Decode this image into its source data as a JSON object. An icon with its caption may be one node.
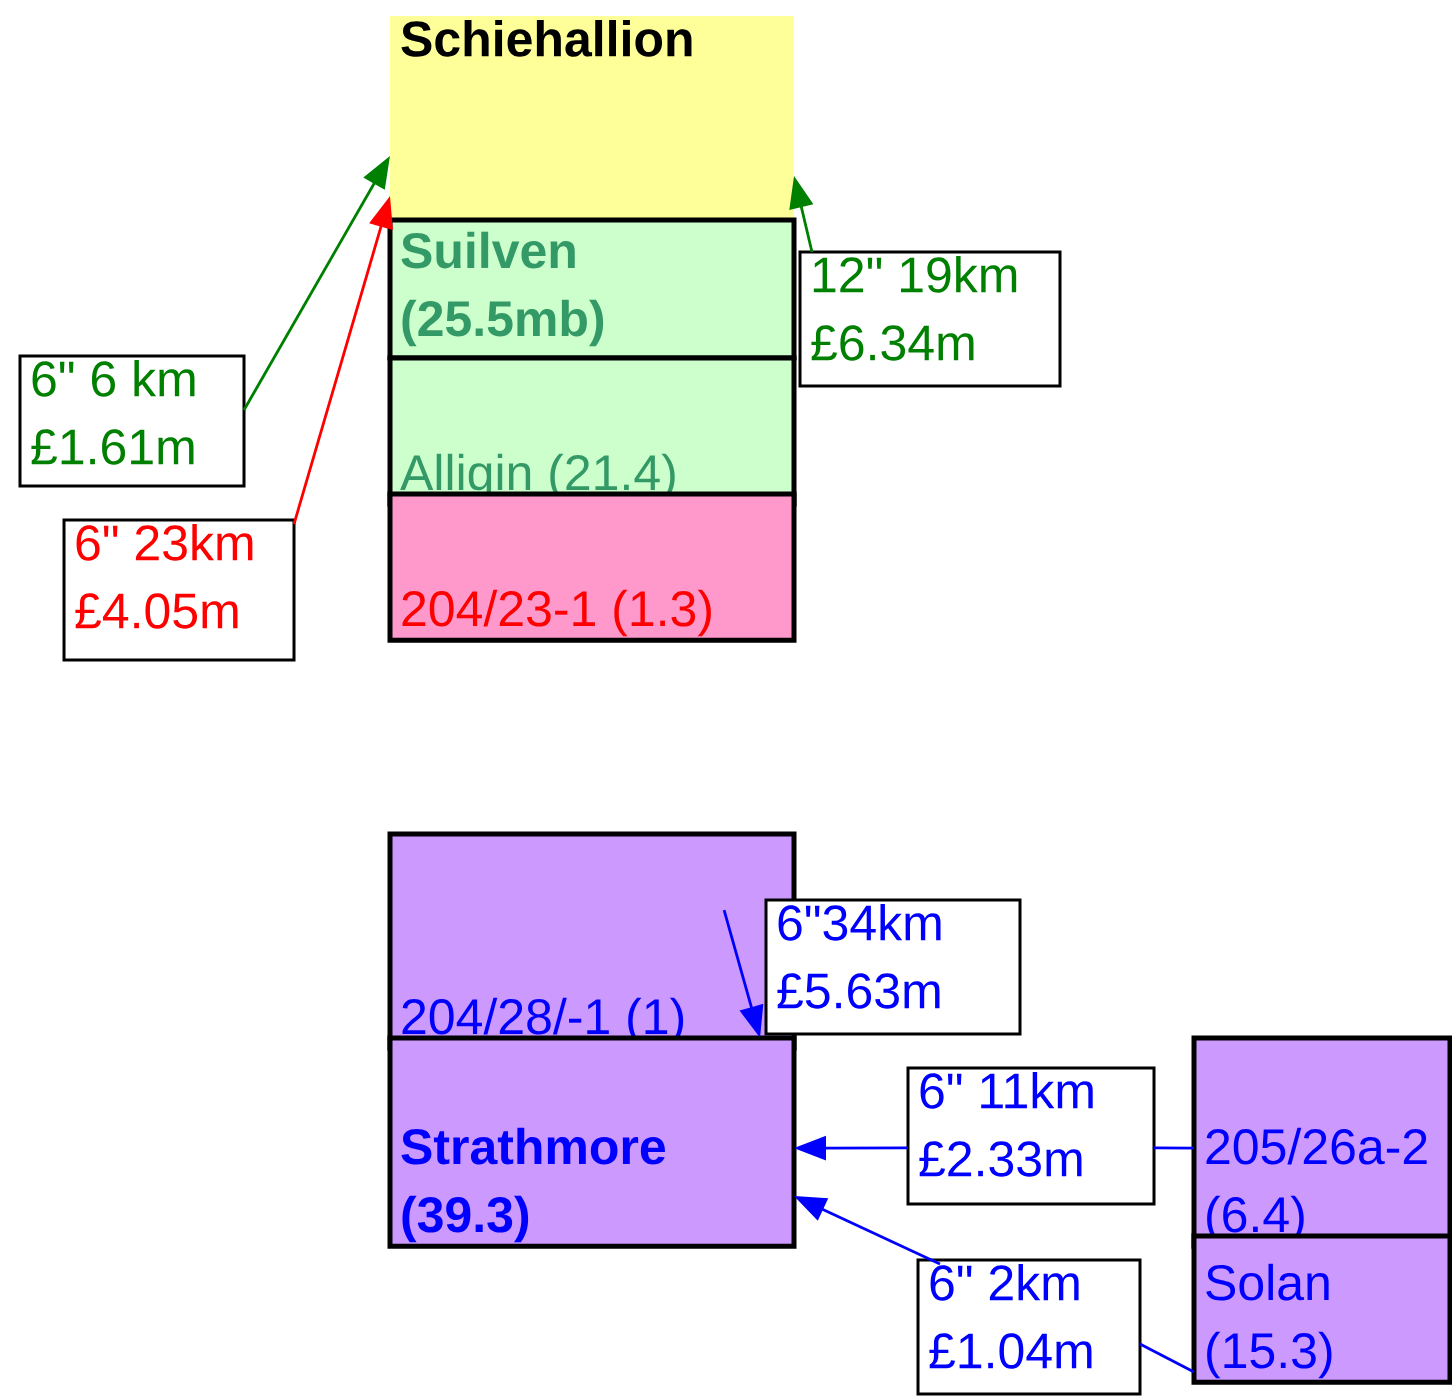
{
  "diagram": {
    "nodes": [
      {
        "text": [
          "Schiehallion"
        ]
      },
      {
        "text": [
          "Suilven (25.5mb)"
        ]
      },
      {
        "text": [
          "Alligin (21.4)"
        ]
      },
      {
        "text": [
          "204/23-1 (1.3)"
        ]
      },
      {
        "text": [
          "12\" 19km £6.34m"
        ]
      },
      {
        "text": [
          "6\" 6 km £1.61m"
        ]
      },
      {
        "text": [
          "6\" 23km £4.05m"
        ]
      },
      {
        "text": [
          "204/28/-1 (1)"
        ]
      },
      {
        "text": [
          "Strathmore (39.3)"
        ]
      },
      {
        "text": [
          "6\"34km £5.63m"
        ]
      },
      {
        "text": [
          "6\" 11km £2.33m"
        ]
      },
      {
        "text": [
          "205/26a-2 (6.4)"
        ]
      },
      {
        "text": [
          "Solan (15.3)"
        ]
      },
      {
        "text": [
          "6\" 2km £1.04m"
        ]
      }
    ],
    "edges": [
      {
        "from": 5,
        "to": 0,
        "arrow": "to",
        "color": "#008000"
      },
      {
        "from": 6,
        "to": 0,
        "arrow": "to",
        "color": "#ff0000"
      },
      {
        "from": 4,
        "to": 0,
        "arrow": "to",
        "color": "#008000"
      },
      {
        "from": 7,
        "to": 8,
        "arrow": "to"
      },
      {
        "from": 11,
        "to": 10,
        "arrow": "none"
      },
      {
        "from": 10,
        "to": 8,
        "arrow": "to"
      },
      {
        "from": 12,
        "to": 13,
        "arrow": "none"
      },
      {
        "from": 13,
        "to": 8,
        "arrow": "to"
      }
    ]
  }
}
